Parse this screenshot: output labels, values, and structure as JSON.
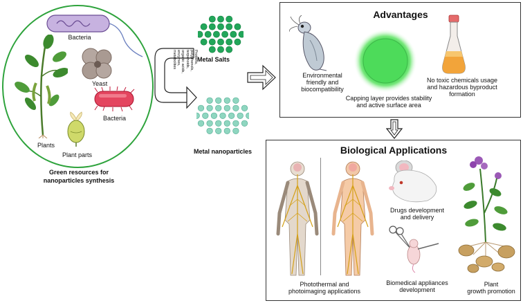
{
  "green_resources": {
    "caption_line1": "Green resources for",
    "caption_line2": "nanoparticles synthesis",
    "bacteria_top": "Bacteria",
    "yeast": "Yeast",
    "bacteria_bottom": "Bacteria",
    "plants": "Plants",
    "plant_parts": "Plant parts"
  },
  "synthesis": {
    "metal_salts": "Metal Salts",
    "metal_nanoparticles": "Metal nanoparticles",
    "biomolecules": [
      "Proteins,",
      "polyphenols,",
      "terpenoids,",
      "organic acids,",
      "enzymes,",
      "metabolites"
    ]
  },
  "advantages": {
    "title": "Advantages",
    "item1": [
      "Environmental",
      "friendly and",
      "biocompatibility"
    ],
    "item2": [
      "Capping layer provides stability",
      "and active surface area"
    ],
    "item3": [
      "No toxic chemicals usage",
      "and hazardous byproduct",
      "formation"
    ]
  },
  "applications": {
    "title": "Biological Applications",
    "item1": [
      "Photothermal and",
      "photoimaging applications"
    ],
    "item2": [
      "Drugs development",
      "and delivery"
    ],
    "item3": [
      "Biomedical appliances",
      "development"
    ],
    "item4": [
      "Plant",
      "growth promotion"
    ]
  },
  "colors": {
    "circle_border": "#2ea33c",
    "metal_salt_particle": "#22a65a",
    "nanoparticle": "#8fd6c0",
    "capping_glow": "#4ddb5a"
  }
}
